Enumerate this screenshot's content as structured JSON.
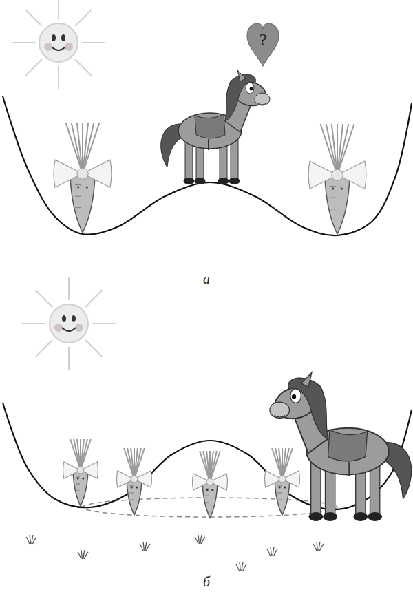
{
  "diagram": {
    "nodes": [
      {
        "text": [
          "?"
        ]
      }
    ],
    "labels": [
      "а",
      "б"
    ]
  }
}
